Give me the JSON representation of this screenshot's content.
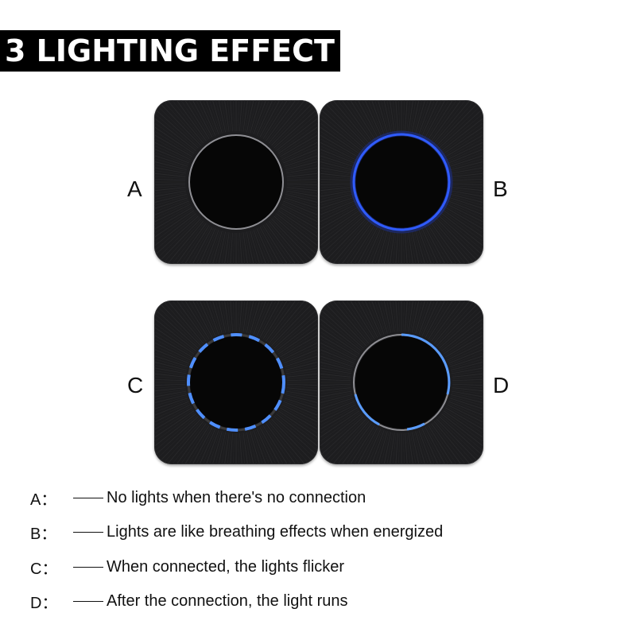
{
  "title": "3 LIGHTING EFFECT",
  "devices": [
    {
      "label": "A",
      "ring": "off",
      "ring_color": "#8e8e93"
    },
    {
      "label": "B",
      "ring": "solid",
      "ring_color": "#2f5bff"
    },
    {
      "label": "C",
      "ring": "dashed",
      "ring_color": "#4f8fff"
    },
    {
      "label": "D",
      "ring": "partial",
      "ring_color": "#5a9cff"
    }
  ],
  "legend": [
    {
      "key": "A：",
      "text": "No lights when there's no connection"
    },
    {
      "key": "B：",
      "text": "Lights are like breathing effects when energized"
    },
    {
      "key": "C：",
      "text": "When connected, the lights flicker"
    },
    {
      "key": "D：",
      "text": "After the connection, the light runs"
    }
  ],
  "colors": {
    "title_bg": "#000000",
    "title_fg": "#ffffff",
    "device_body": "#1d1d1f"
  }
}
